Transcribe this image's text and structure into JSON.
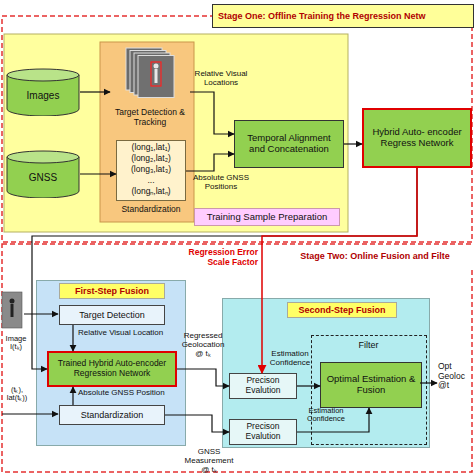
{
  "diagram": {
    "nodes": [
      {
        "text": [
          "Stage One: Offline Training the Regression Netw"
        ]
      },
      {
        "text": [
          "Training Sample Preparation"
        ]
      },
      {
        "text": [
          "Images"
        ],
        "in": 1
      },
      {
        "text": [
          "GNSS"
        ],
        "in": 1
      },
      {
        "text": [
          "Target Detection & Tracking"
        ],
        "in": 1
      },
      {
        "text": [
          "(long₁,lat₁)",
          "(long₂,lat₂)",
          "(long₃,lat₃)",
          "...",
          "(longₙ,latₙ)",
          "Standardization"
        ],
        "in": 1
      },
      {
        "text": [
          "Temporal Alignment and Concatenation"
        ],
        "in": 1
      },
      {
        "text": [
          "Hybrid Auto- encoder Regress Network"
        ]
      },
      {
        "text": [
          "Stage Two: Online Fusion and Filte"
        ]
      },
      {
        "text": [
          "First-Step Fusion"
        ]
      },
      {
        "text": [
          "Target Detection"
        ],
        "in": 9
      },
      {
        "text": [
          "Trained Hybrid Auto-encoder Regression Network"
        ],
        "in": 9
      },
      {
        "text": [
          "Standardization"
        ],
        "in": 9
      },
      {
        "text": [
          "Second-Step Fusion"
        ]
      },
      {
        "text": [
          "Precison Evalution"
        ],
        "in": 13
      },
      {
        "text": [
          "Precison Evalution"
        ],
        "in": 13
      },
      {
        "text": [
          "Filter"
        ],
        "in": 13
      },
      {
        "text": [
          "Optimal Estimation & Fusion"
        ],
        "in": 16
      }
    ],
    "edges": [
      {
        "from": 2,
        "to": 4,
        "arrow": "to"
      },
      {
        "from": 3,
        "to": 5,
        "arrow": "to"
      },
      {
        "from": 4,
        "to": 6,
        "label": "Relative Visual Locations",
        "arrow": "to"
      },
      {
        "from": 5,
        "to": 6,
        "label": "Absolute GNSS Positions",
        "arrow": "to"
      },
      {
        "from": 6,
        "to": 7,
        "arrow": "to"
      },
      {
        "from": 7,
        "to": 11,
        "arrow": "to"
      },
      {
        "from": 7,
        "to": 14,
        "label": "Regression Error Scale Factor",
        "arrow": "to"
      },
      {
        "from": 10,
        "to": 11,
        "label": "Relative Visual Location",
        "arrow": "to"
      },
      {
        "from": 12,
        "to": 11,
        "label": "Absolute GNSS Position",
        "arrow": "to"
      },
      {
        "from": 11,
        "to": 14,
        "label": "Regressed Geolocation @ tₖ",
        "arrow": "to"
      },
      {
        "from": 12,
        "to": 15,
        "label": "GNSS Measurement @ tₖ",
        "arrow": "to"
      },
      {
        "from": 14,
        "to": 17,
        "label": "Estimation Confidence",
        "arrow": "to"
      },
      {
        "from": 15,
        "to": 17,
        "label": "Estimation Confidence",
        "arrow": "to"
      }
    ],
    "labels": [
      "Image I(tₖ)",
      "(tₖ), lat(tₖ))",
      "Opt Geoloc @t"
    ]
  }
}
